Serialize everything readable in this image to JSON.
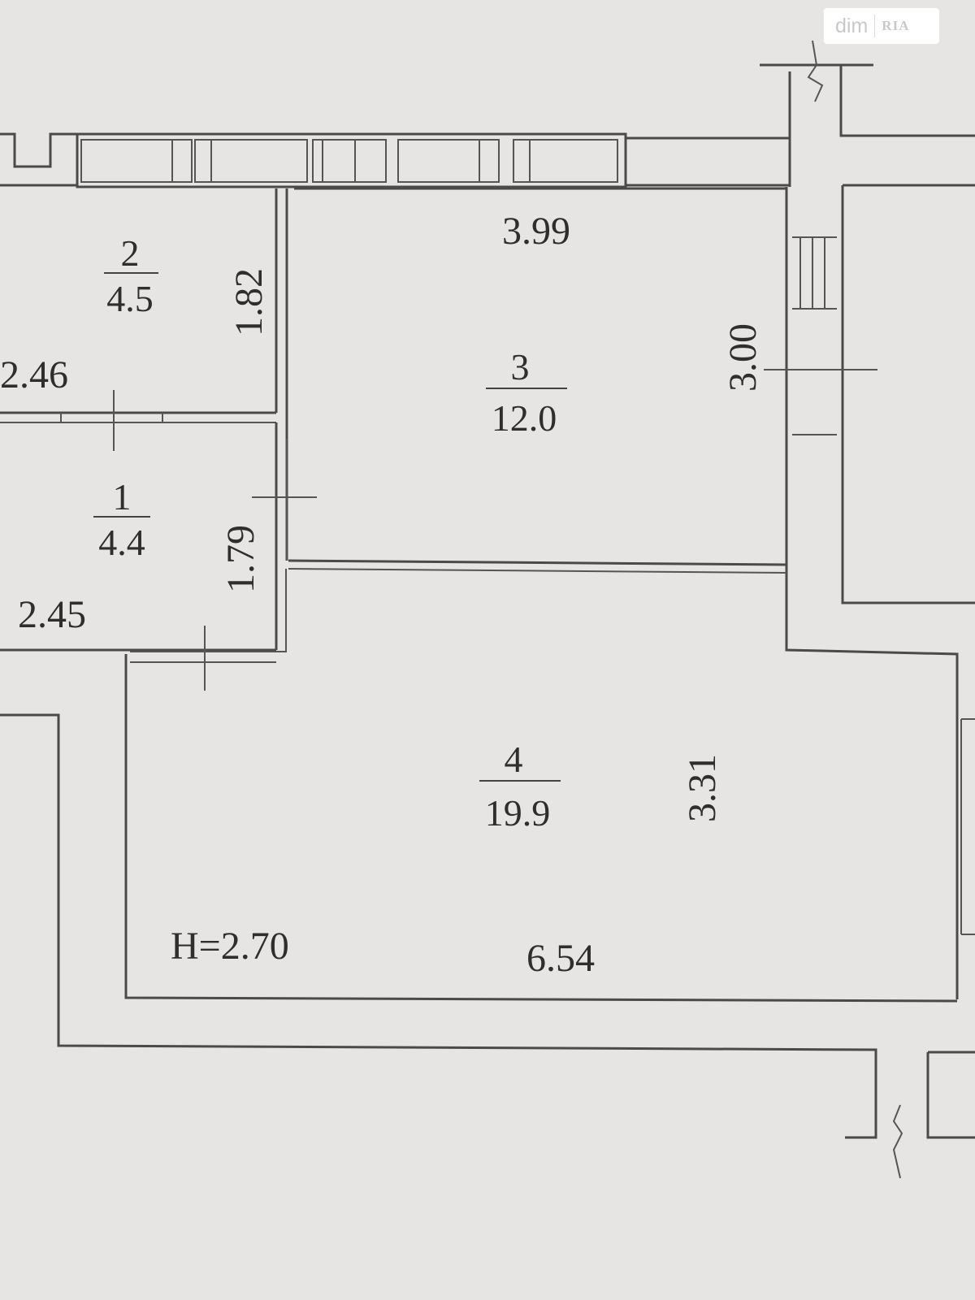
{
  "watermark": {
    "brand_left": "dim",
    "brand_right": "RIA"
  },
  "rooms": [
    {
      "number": "1",
      "area": "4.4"
    },
    {
      "number": "2",
      "area": "4.5"
    },
    {
      "number": "3",
      "area": "12.0"
    },
    {
      "number": "4",
      "area": "19.9"
    }
  ],
  "dimensions": {
    "room2_width": "2.46",
    "room2_depth": "1.82",
    "room1_width": "2.45",
    "room1_depth": "1.79",
    "room3_width": "3.99",
    "room3_depth": "3.00",
    "room4_width": "6.54",
    "room4_depth": "3.31"
  },
  "ceiling_height": "H=2.70"
}
